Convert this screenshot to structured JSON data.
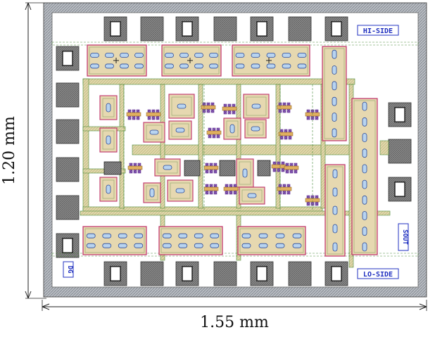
{
  "dimensions": {
    "width_label": "1.55 mm",
    "height_label": "1.20 mm"
  },
  "labels": {
    "hi_side": "HI-SIDE",
    "lo_side": "LO-SIDE",
    "sout": "SOUT",
    "dg": "DG"
  },
  "colors": {
    "border_hatch": "#9aa0a8",
    "pad_gray": "#6f6f6f",
    "pad_dark": "#3a3a3a",
    "device_fill": "#e6d8b0",
    "device_outline": "#c0306a",
    "routing_metal": "#d9cfa0",
    "routing_outline": "#4a8a3a",
    "poly_purple": "#6a3a9a",
    "label_blue": "#2030c0"
  }
}
